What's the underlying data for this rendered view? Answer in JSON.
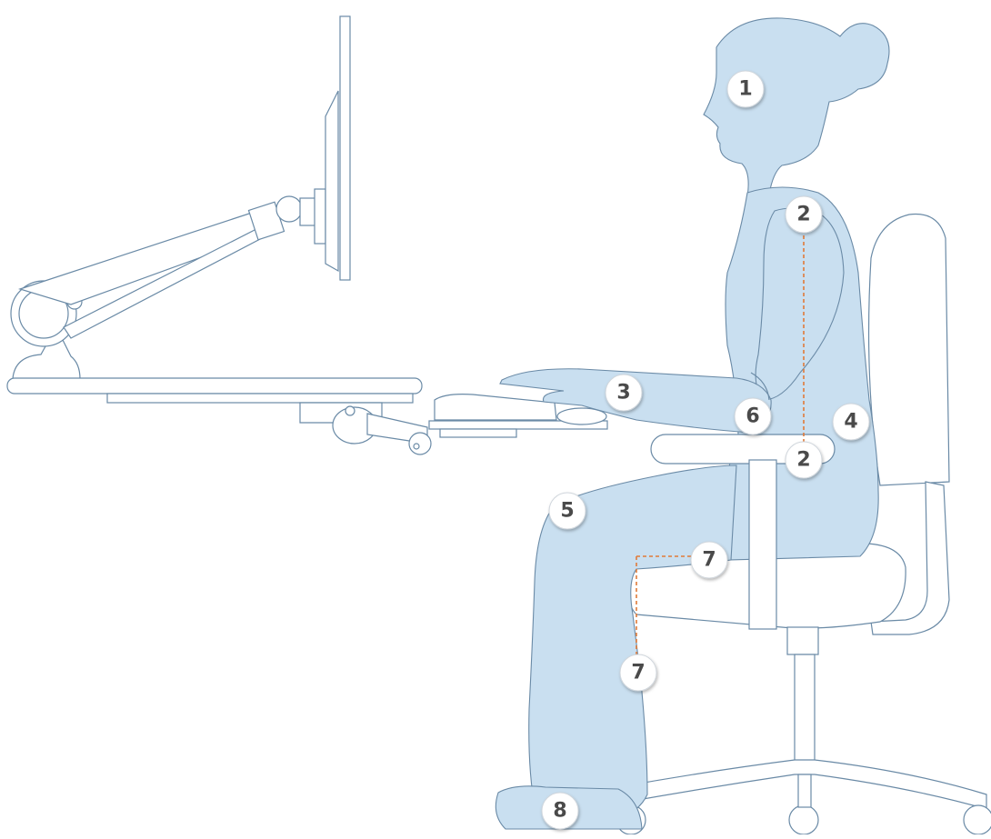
{
  "markers": [
    {
      "id": "m1",
      "label": "1"
    },
    {
      "id": "m2a",
      "label": "2"
    },
    {
      "id": "m2b",
      "label": "2"
    },
    {
      "id": "m3",
      "label": "3"
    },
    {
      "id": "m4",
      "label": "4"
    },
    {
      "id": "m5",
      "label": "5"
    },
    {
      "id": "m6",
      "label": "6"
    },
    {
      "id": "m7a",
      "label": "7"
    },
    {
      "id": "m7b",
      "label": "7"
    },
    {
      "id": "m8",
      "label": "8"
    }
  ],
  "colors": {
    "body_fill": "#c9dff0",
    "outline": "#6a8aa6",
    "guide": "#e07b39",
    "marker_text": "#4a4a4a"
  }
}
